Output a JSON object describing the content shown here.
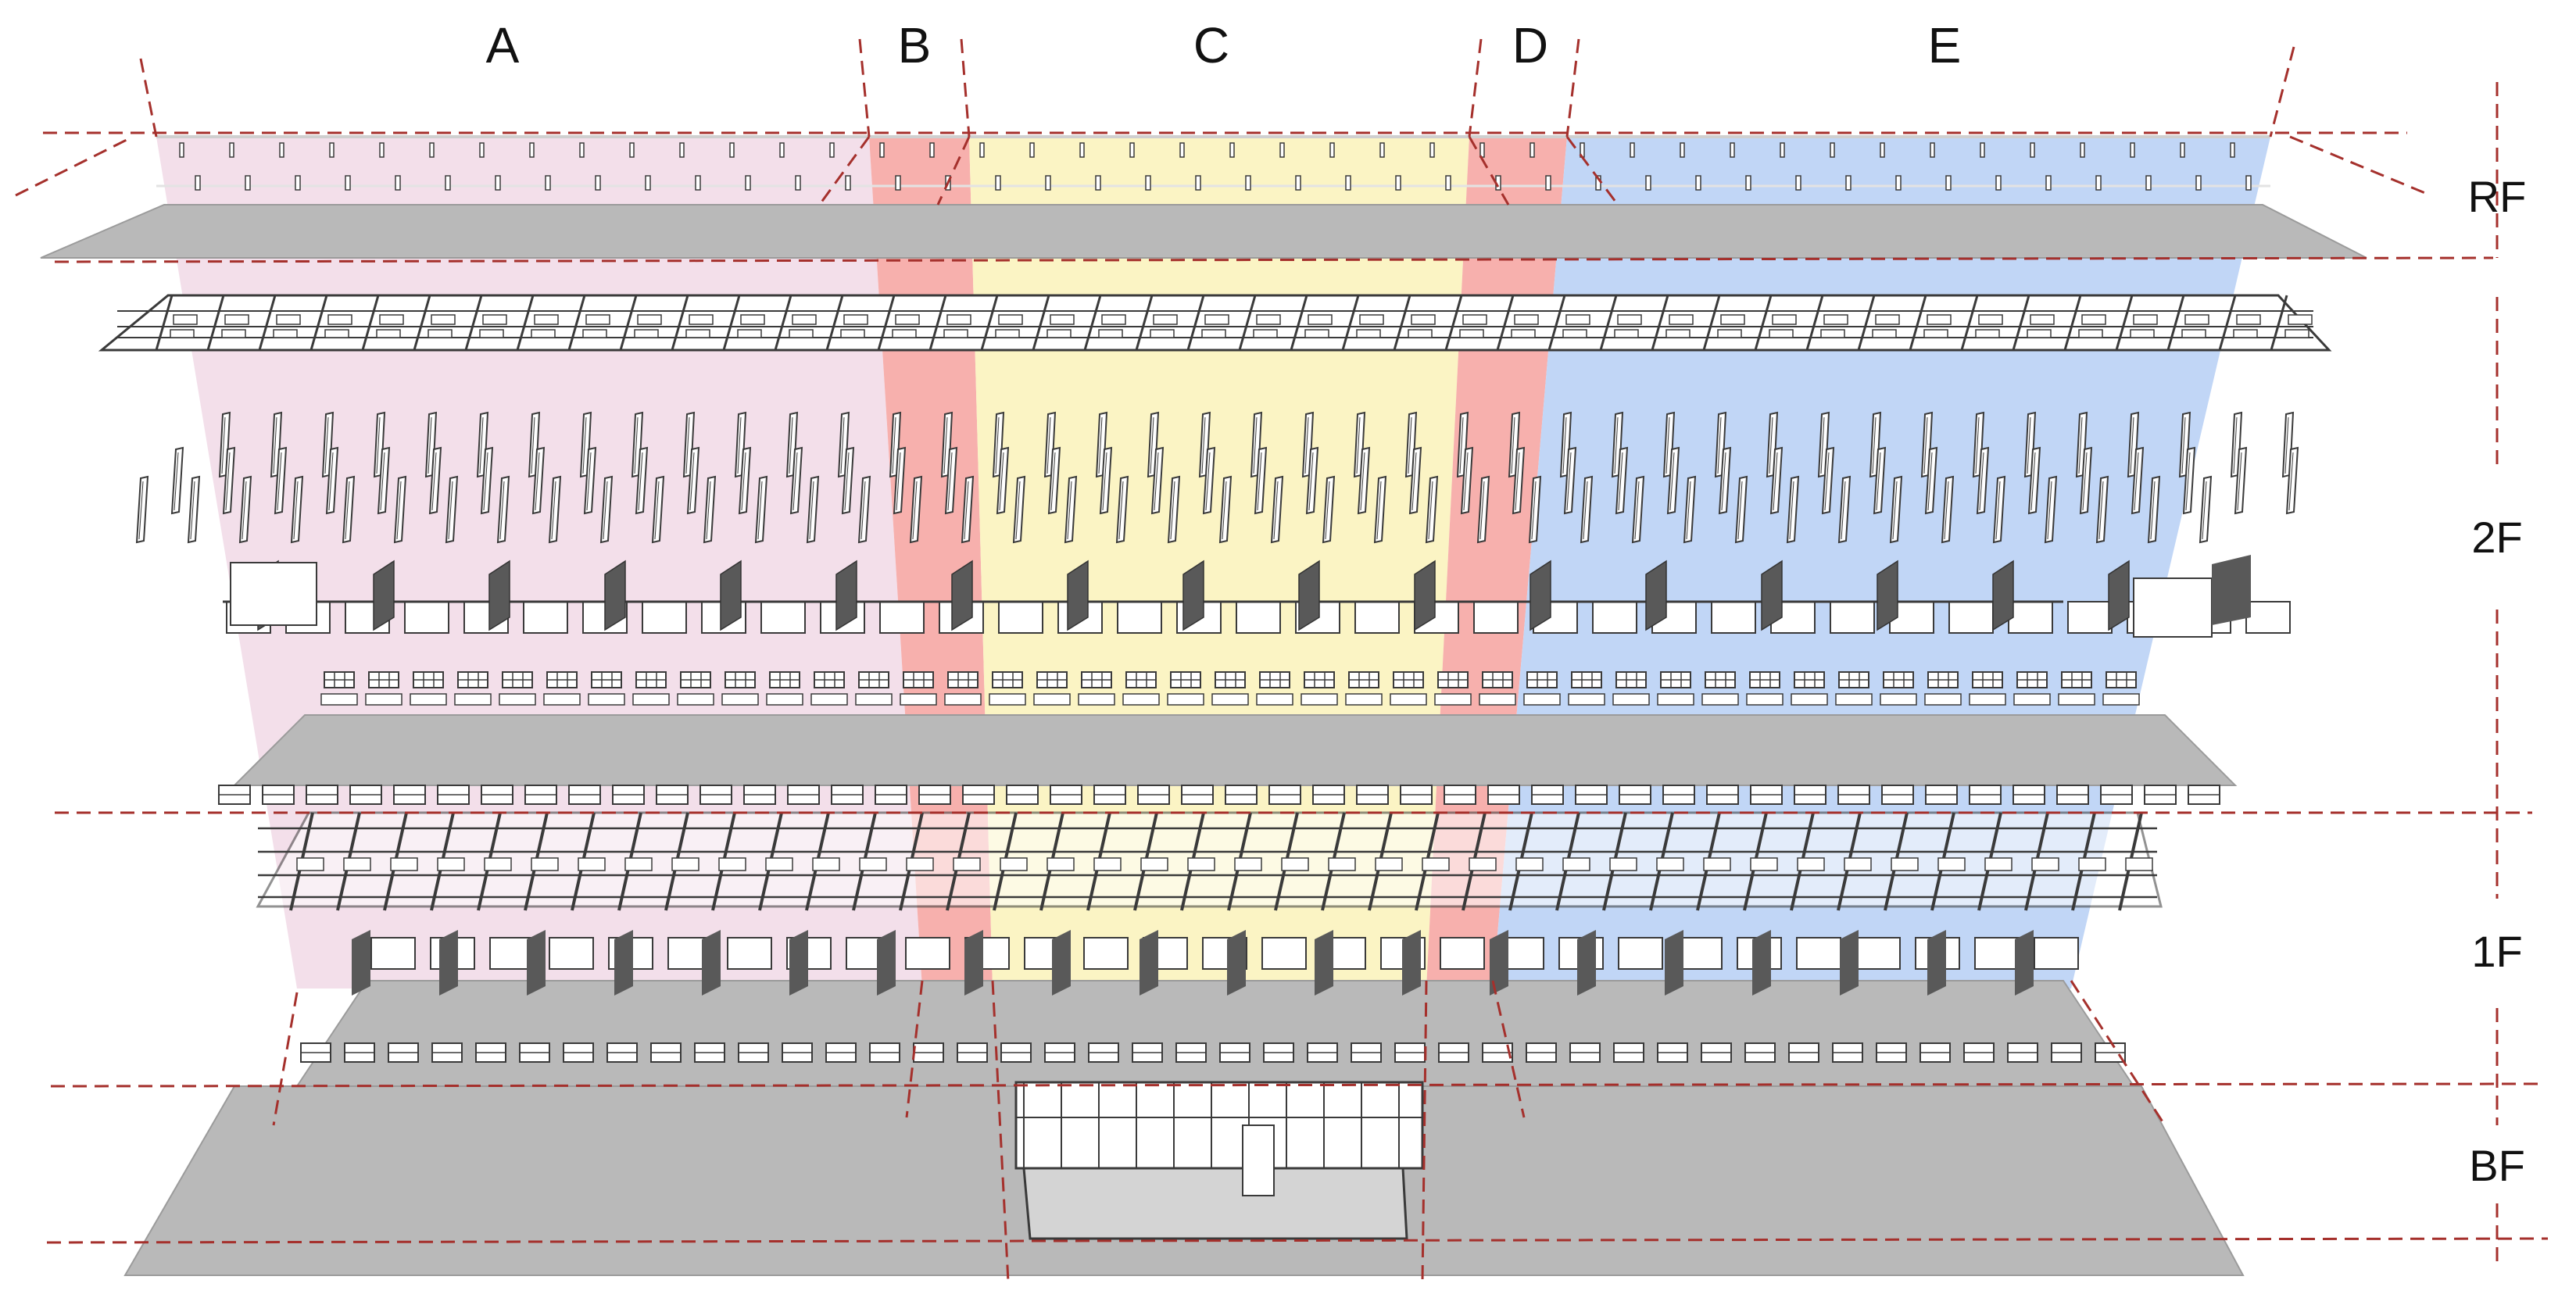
{
  "zones": [
    {
      "key": "A",
      "label": "A",
      "color": "#f2dce8"
    },
    {
      "key": "B",
      "label": "B",
      "color": "#f6a9a6"
    },
    {
      "key": "C",
      "label": "C",
      "color": "#fbf3bf"
    },
    {
      "key": "D",
      "label": "D",
      "color": "#f6a9a6"
    },
    {
      "key": "E",
      "label": "E",
      "color": "#bcd3f5"
    }
  ],
  "floors": [
    {
      "key": "RF",
      "label": "RF"
    },
    {
      "key": "2F",
      "label": "2F"
    },
    {
      "key": "1F",
      "label": "1F"
    },
    {
      "key": "BF",
      "label": "BF"
    }
  ],
  "colors": {
    "slab": "#b9b9b9",
    "slab_dark": "#a6a6a6",
    "guide_line": "#a5302c",
    "element_stroke": "#3a3a3a",
    "panel_dark": "#595959"
  }
}
